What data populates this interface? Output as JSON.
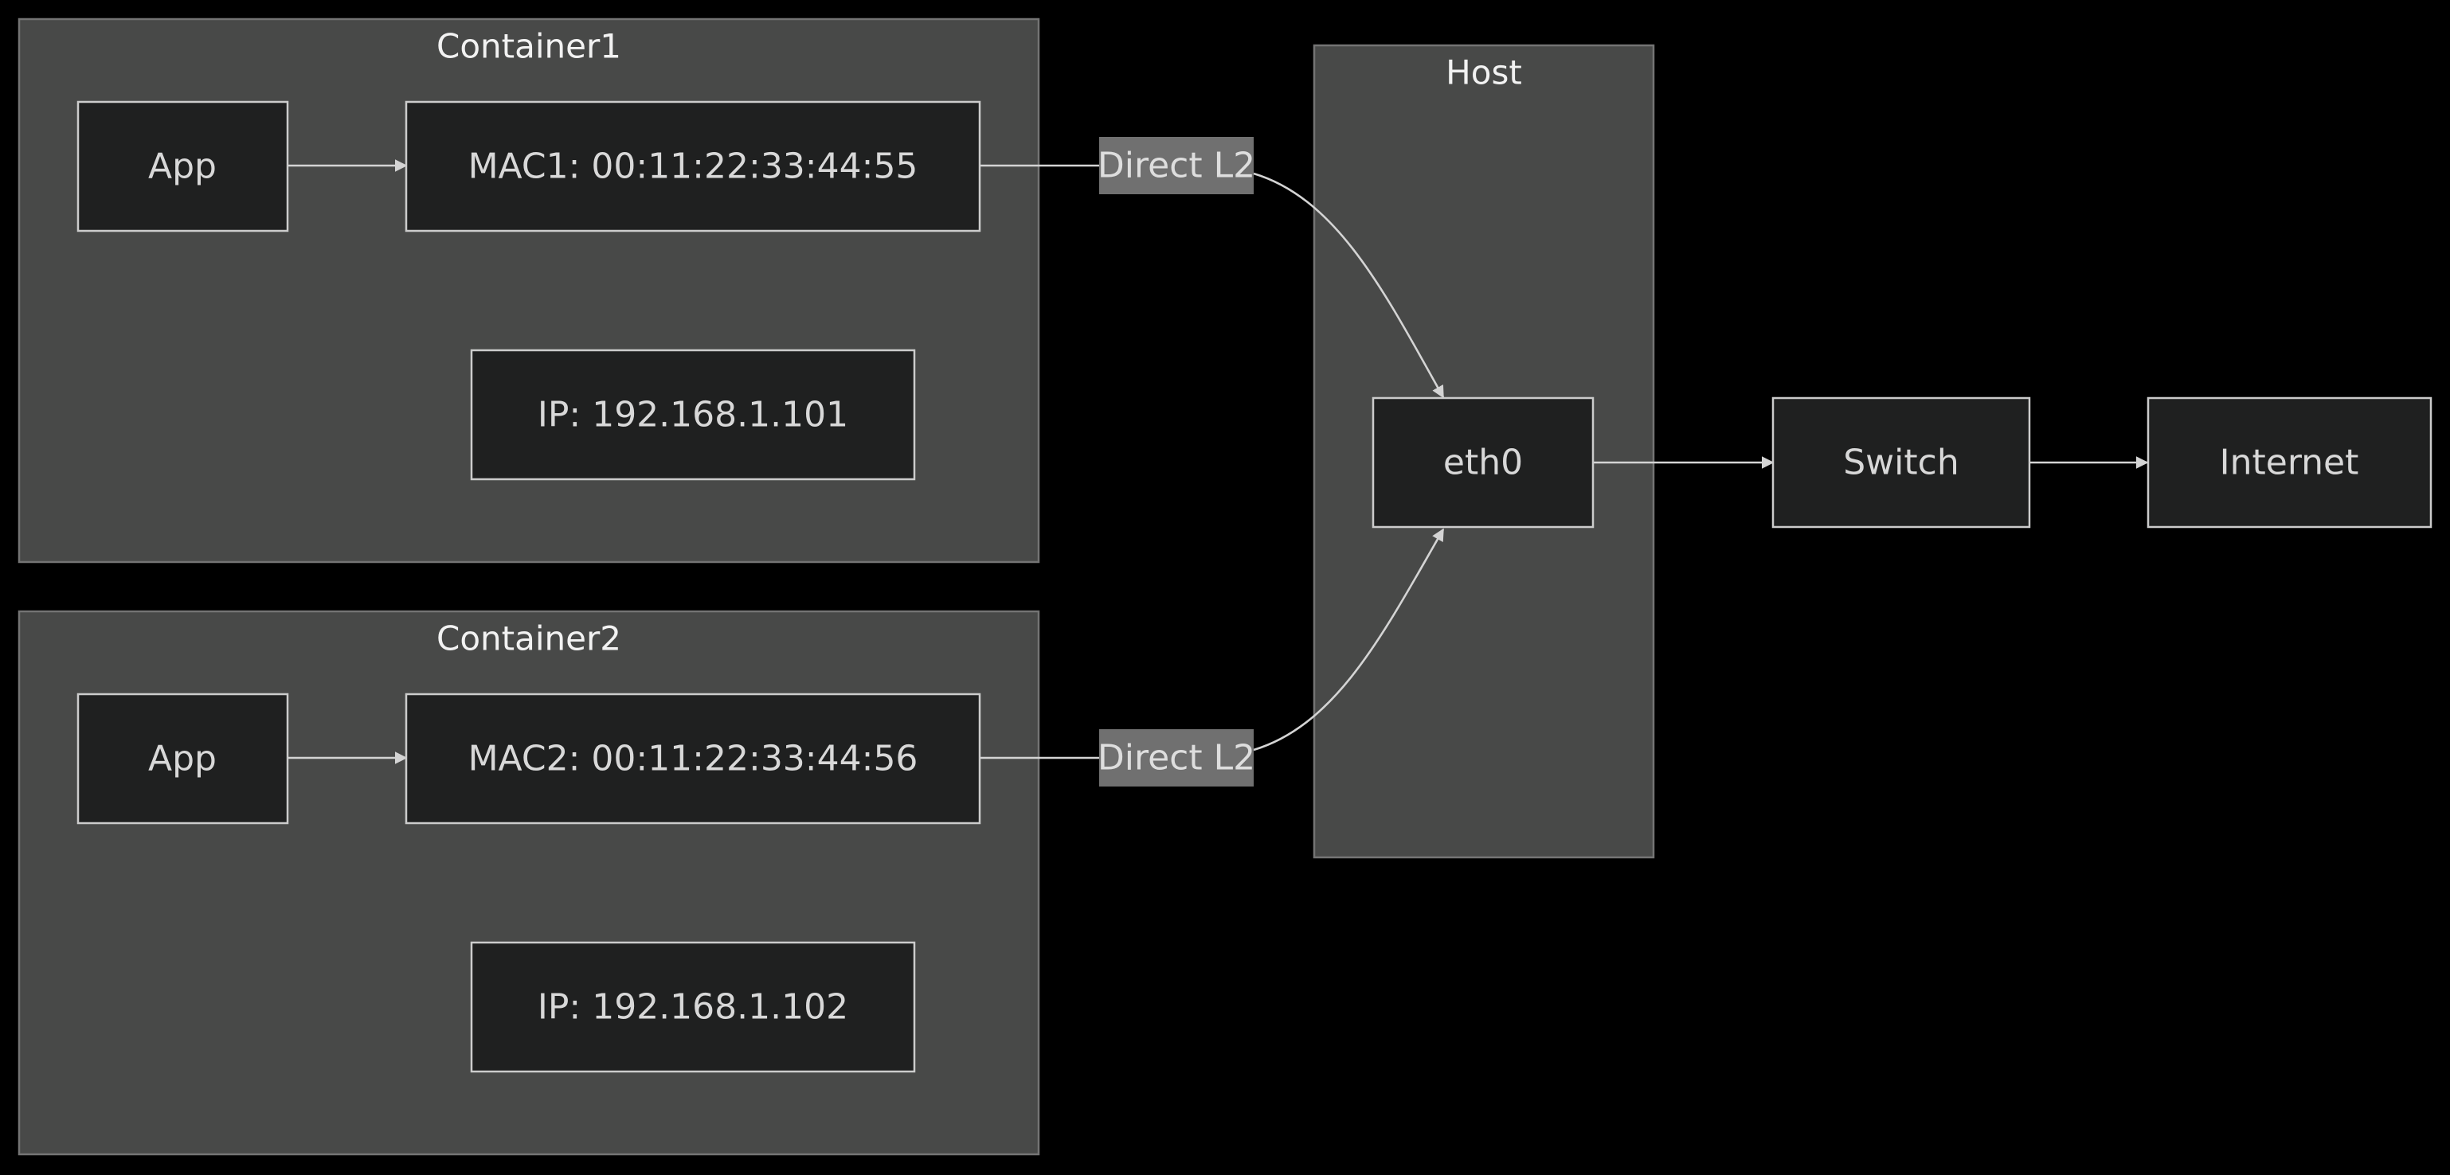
{
  "clusters": {
    "container1": {
      "title": "Container1"
    },
    "container2": {
      "title": "Container2"
    },
    "host": {
      "title": "Host"
    }
  },
  "nodes": {
    "app1": {
      "label": "App"
    },
    "mac1": {
      "label": "MAC1: 00:11:22:33:44:55"
    },
    "ip1": {
      "label": "IP: 192.168.1.101"
    },
    "app2": {
      "label": "App"
    },
    "mac2": {
      "label": "MAC2: 00:11:22:33:44:56"
    },
    "ip2": {
      "label": "IP: 192.168.1.102"
    },
    "eth0": {
      "label": "eth0"
    },
    "switch": {
      "label": "Switch"
    },
    "internet": {
      "label": "Internet"
    }
  },
  "edges": {
    "mac1_eth0": {
      "label": "Direct L2"
    },
    "mac2_eth0": {
      "label": "Direct L2"
    }
  },
  "colors": {
    "background": "#000000",
    "cluster_fill": "#484948",
    "node_fill": "#1f2020",
    "edge_stroke": "#d4d4d4",
    "edge_label_bg": "#707070"
  }
}
